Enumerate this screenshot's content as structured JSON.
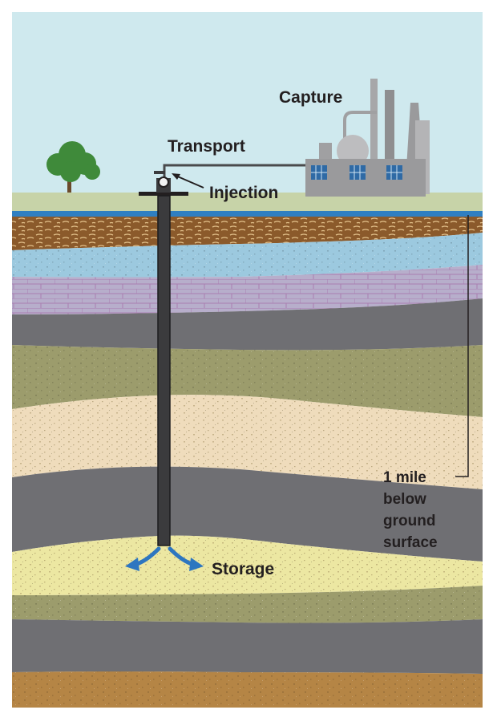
{
  "labels": {
    "capture": "Capture",
    "transport": "Transport",
    "injection": "Injection",
    "storage": "Storage",
    "depth_line1": "1 mile",
    "depth_line2": "below",
    "depth_line3": "ground",
    "depth_line4": "surface"
  },
  "colors": {
    "sky": "#cfe9ee",
    "ground": "#c7d3a8",
    "water_table": "#2f7fc1",
    "brown_soil": "#8b5a2b",
    "aquifer_blue": "#9cc9df",
    "limestone_purple": "#b7aecb",
    "shale_gray": "#6f6f73",
    "olive_sandstone": "#9c9c6c",
    "tan_sandstone": "#efdcbc",
    "storage_yellow": "#ece7a2",
    "deep_soil": "#b58545",
    "pipe": "#3b3b3d",
    "arrow_blue": "#2d76c0",
    "tree": "#3f8a3a",
    "factory": "#9a9a9c"
  },
  "icons": [
    "tree-icon",
    "factory-icon",
    "wellhead-icon",
    "storage-arrows-icon"
  ]
}
